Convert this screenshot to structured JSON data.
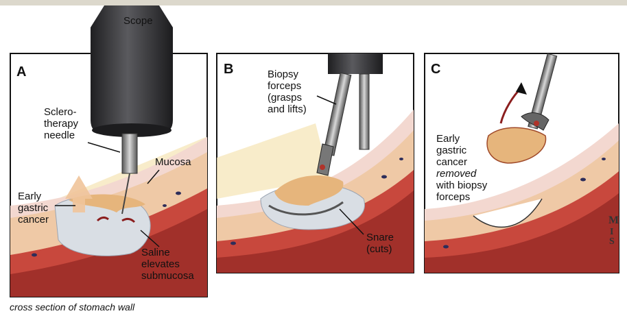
{
  "panels": [
    {
      "letter": "A"
    },
    {
      "letter": "B"
    },
    {
      "letter": "C"
    }
  ],
  "labels": {
    "scope": "Scope",
    "sclerotherapy_needle": "Sclero-\ntherapy\nneedle",
    "mucosa": "Mucosa",
    "early_gastric_cancer": "Early\ngastric\ncancer",
    "saline": "Saline\nelevates\nsubmucosa",
    "biopsy_forceps": "Biopsy\nforceps\n(grasps\nand lifts)",
    "snare": "Snare\n(cuts)",
    "c_early_gastric_cancer": "Early\ngastric\ncancer",
    "c_removed": "removed",
    "c_with_biopsy": "with biopsy\nforceps"
  },
  "caption": "cross section of stomach wall",
  "signature": "MIS",
  "colors": {
    "outer_red": "#a1302a",
    "muscle": "#c8483d",
    "submucosa": "#efc9a6",
    "mucosa": "#f3d8d0",
    "scope_dark": "#2f2f31",
    "beam": "#f5e6b8",
    "saline": "#d9dee4",
    "lesion": "#e6b57c"
  }
}
